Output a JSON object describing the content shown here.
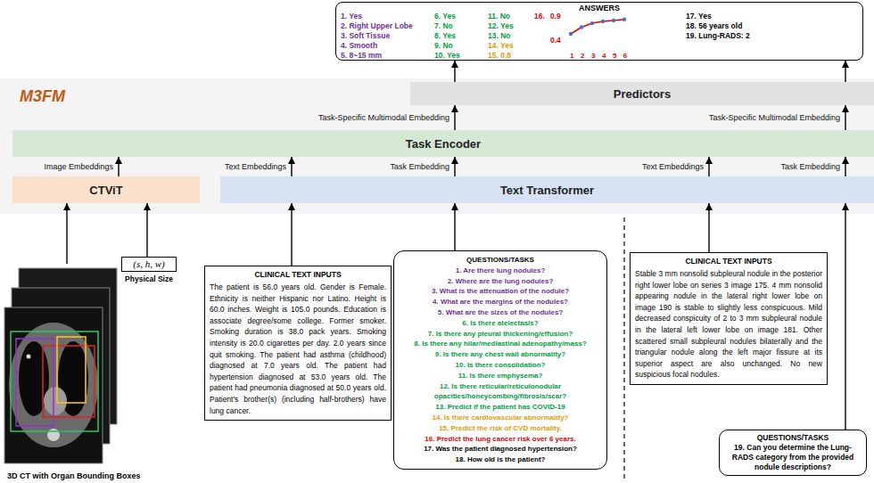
{
  "diagram": {
    "nodes": [
      {
        "text": [
          "ANSWERS",
          "1. Yes",
          "2. Right Upper Lobe",
          "3. Soft Tissue",
          "4. Smooth",
          "5. 8~15 mm",
          "6. Yes",
          "7. No",
          "8. Yes",
          "9. No",
          "10. Yes",
          "11. No",
          "12. Yes",
          "13. No",
          "14. Yes",
          "15. 0.8",
          "16.",
          "0.9",
          "0.4",
          "1 2 3 4 5 6",
          "17. Yes",
          "18. 56 years old",
          "19. Lung-RADS: 2"
        ]
      },
      {
        "text": [
          "M3FM"
        ]
      },
      {
        "text": [
          "Predictors"
        ],
        "in": 1
      },
      {
        "text": [
          "Task Encoder"
        ],
        "in": 1
      },
      {
        "text": [
          "CTViT"
        ],
        "in": 1
      },
      {
        "text": [
          "Text Transformer"
        ],
        "in": 1
      },
      {
        "text": [
          "3D CT with Organ Bounding Boxes"
        ]
      },
      {
        "text": [
          "(s, h, w)",
          "Physical Size"
        ]
      },
      {
        "text": [
          "CLINICAL TEXT INPUTS",
          "The patient is 56.0 years old. Gender is Female. Ethnicity is neither Hispanic nor Latino. Height is 60.0 inches. Weight is 105.0 pounds. Education is associate degree/some college. Former smoker. Smoking duration is 38.0 pack years. Smoking intensity is 20.0 cigarettes per day. 2.0 years since quit smoking. The patient had asthma (childhood) diagnosed at 7.0 years old. The patient had hypertension diagnosed at 53.0 years old. The patient had pneumonia diagnosed at 50.0 years old. Patient's brother(s) (including half-brothers) have lung cancer."
        ]
      },
      {
        "text": [
          "QUESTIONS/TASKS",
          "1. Are there lung nodules?",
          "2. Where are the lung nodules?",
          "3. What is the attenuation of the nodule?",
          "4. What are the margins of the nodules?",
          "5. What are the sizes of the nodules?",
          "6. Is there atelectasis?",
          "7. Is there any pleural thickening/effusion?",
          "8. Is there any hilar/mediastinal adenopathy/mass?",
          "9. Is there any chest wall abnormality?",
          "10. Is there consolidation?",
          "11. Is there emphysema?",
          "12. Is there reticular/reticulonodular opacities/honeycombing/fibrosis/scar?",
          "13. Predict if the patient has COVID-19",
          "14. Is there cardiovascular abnormality?",
          "15. Predict the risk of CVD mortality.",
          "16. Predict the lung cancer risk over 6 years.",
          "17. Was the patient diagnosed hypertension?",
          "18. How old is the patient?"
        ]
      },
      {
        "text": [
          "CLINICAL TEXT INPUTS",
          "Stable 3 mm nonsolid subpleural nodule in the posterior right lower lobe on series 3 image 175. 4 mm nonsolid appearing nodule in the lateral right lower lobe on image 190 is stable to slightly less conspicuous. Mild decreased conspicuity of 2 to 3 mm subpleural nodule in the lateral left lower lobe on image 181. Other scattered small subpleural nodules bilaterally and the triangular nodule along the left major fissure at its superior aspect are also unchanged. No new suspicious focal nodules."
        ]
      },
      {
        "text": [
          "QUESTIONS/TASKS",
          "19. Can you determine the Lung-RADS category from the provided nodule descriptions?"
        ]
      }
    ],
    "edges": [
      {
        "from": 6,
        "to": 4,
        "arrow": "to"
      },
      {
        "from": 7,
        "to": 4,
        "arrow": "to"
      },
      {
        "from": 4,
        "to": 3,
        "label": "Image Embeddings",
        "arrow": "to"
      },
      {
        "from": 8,
        "to": 5,
        "arrow": "to"
      },
      {
        "from": 5,
        "to": 3,
        "label": "Text Embeddings",
        "arrow": "to"
      },
      {
        "from": 9,
        "to": 5,
        "arrow": "to"
      },
      {
        "from": 5,
        "to": 3,
        "label": "Task Embedding",
        "arrow": "to"
      },
      {
        "from": 3,
        "to": 2,
        "label": "Task-Specific Multimodal Embedding",
        "arrow": "to"
      },
      {
        "from": 2,
        "to": 0,
        "arrow": "to"
      },
      {
        "from": 10,
        "to": 5,
        "arrow": "to"
      },
      {
        "from": 5,
        "to": 3,
        "label": "Text Embeddings",
        "arrow": "to"
      },
      {
        "from": 11,
        "to": 5,
        "arrow": "to"
      },
      {
        "from": 5,
        "to": 3,
        "label": "Task Embedding",
        "arrow": "to"
      },
      {
        "from": 3,
        "to": 2,
        "label": "Task-Specific Multimodal Embedding",
        "arrow": "to"
      },
      {
        "from": 2,
        "to": 0,
        "arrow": "to"
      }
    ]
  }
}
